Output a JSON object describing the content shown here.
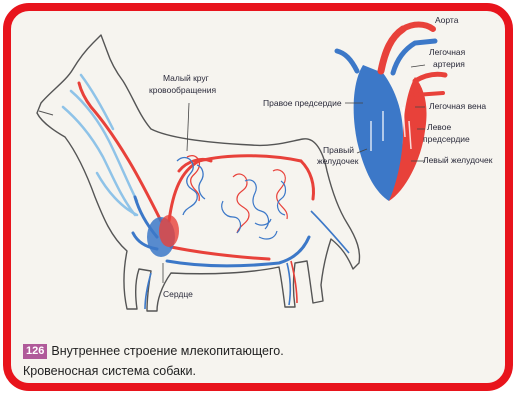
{
  "figure": {
    "number": "126",
    "caption_line1": "Внутреннее строение млекопитающего.",
    "caption_line2": "Кровеносная система собаки."
  },
  "labels": {
    "small_circle_line1": "Малый круг",
    "small_circle_line2": "кровообращения",
    "heart": "Сердце",
    "right_atrium": "Правое предсердие",
    "right_ventricle_line1": "Правый",
    "right_ventricle_line2": "желудочек",
    "aorta_fragment": "Аорта",
    "pulmonary_artery_line1": "Легочная",
    "pulmonary_artery_line2": "артерия",
    "pulmonary_vein": "Легочная вена",
    "left_atrium_line1": "Левое",
    "left_atrium_line2": "предсердие",
    "left_ventricle": "Левый желудочек"
  },
  "colors": {
    "frame": "#e8141c",
    "arterial": "#e8413a",
    "venous": "#3c78c8",
    "light_venous": "#8fc3e8",
    "outline": "#555555"
  }
}
